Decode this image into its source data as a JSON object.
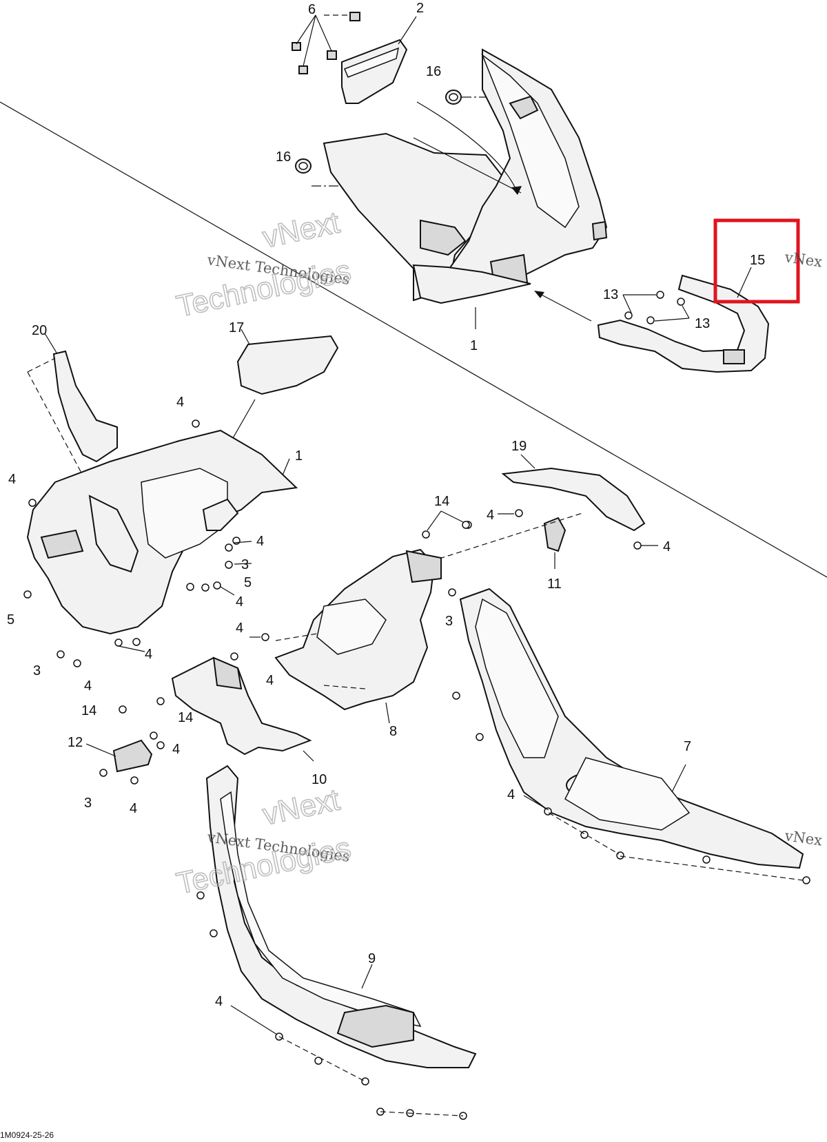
{
  "diagram": {
    "drawing_number": "1M0924-25-26",
    "watermark": {
      "small": "vNext Technologies",
      "big_line1": "vNext",
      "big_line2": "Technologies",
      "edge_fragment": "vNex"
    },
    "highlight": {
      "callout": "15",
      "color": "#e0141e"
    },
    "callouts": {
      "c1_top": "1",
      "c1_mid": "1",
      "c2": "2",
      "c3_a": "3",
      "c3_b": "3",
      "c3_c": "3",
      "c3_d": "3",
      "c4_a": "4",
      "c4_b": "4",
      "c4_c": "4",
      "c4_d": "4",
      "c4_e": "4",
      "c4_f": "4",
      "c4_g": "4",
      "c4_h": "4",
      "c4_i": "4",
      "c4_j": "4",
      "c4_k": "4",
      "c4_l": "4",
      "c4_m": "4",
      "c4_n": "4",
      "c5_a": "5",
      "c5_b": "5",
      "c6": "6",
      "c7": "7",
      "c8": "8",
      "c9": "9",
      "c10": "10",
      "c11": "11",
      "c12": "12",
      "c13_a": "13",
      "c13_b": "13",
      "c14_a": "14",
      "c14_b": "14",
      "c14_c": "14",
      "c15": "15",
      "c16_a": "16",
      "c16_b": "16",
      "c17": "17",
      "c19": "19",
      "c20": "20"
    }
  }
}
